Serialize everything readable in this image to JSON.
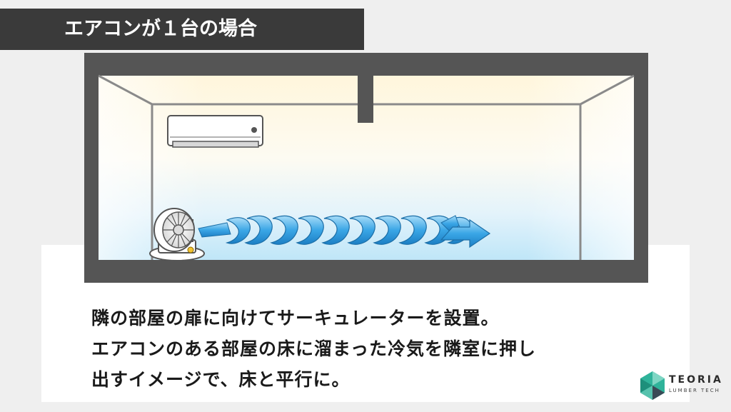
{
  "title": "エアコンが１台の場合",
  "caption_lines": [
    "隣の部屋の扉に向けてサーキュレーターを設置。",
    "エアコンのある部屋の床に溜まった冷気を隣室に押し",
    "出すイメージで、床と平行に。"
  ],
  "logo": {
    "name": "TEORIA",
    "sub": "LUMBER TECH"
  },
  "colors": {
    "title_bg": "#3a3a3a",
    "room_frame": "#555555",
    "cool_air": "#3aa6e6",
    "warm_air": "#fff3d6"
  },
  "icons": [
    "air-conditioner-icon",
    "circulator-fan-icon",
    "airflow-spiral-icon",
    "teoria-logo-icon"
  ]
}
